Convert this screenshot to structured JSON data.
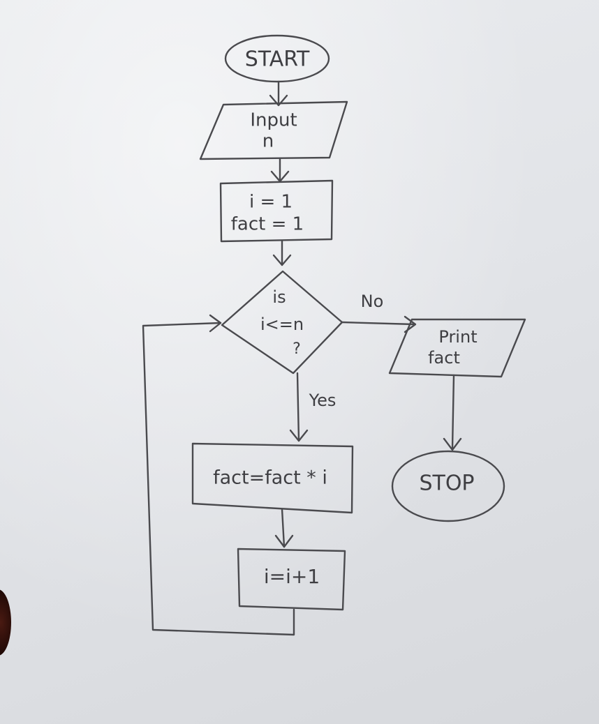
{
  "flowchart": {
    "start": "START",
    "input": [
      "Input",
      "n"
    ],
    "init": [
      "i = 1",
      "fact = 1"
    ],
    "decision": [
      "is",
      "i<=n",
      "?"
    ],
    "no_label": "No",
    "yes_label": "Yes",
    "print": [
      "Print",
      "fact"
    ],
    "stop": "STOP",
    "multiply": "fact=fact * i",
    "increment": "i=i+1"
  }
}
